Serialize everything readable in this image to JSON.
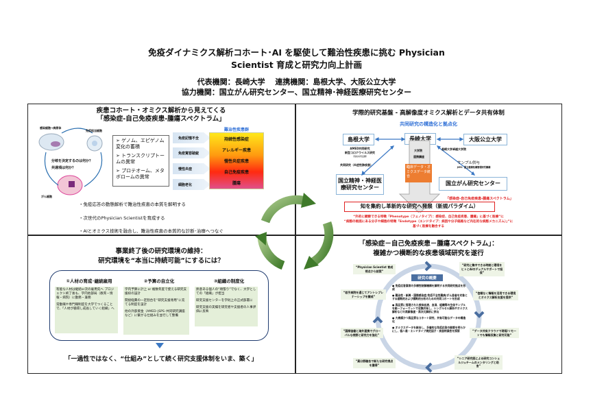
{
  "header": {
    "title_line1": "免疫ダイナミクス解析コホート･AI を駆使して難治性疾患に挑む Physician",
    "title_line2": "Scientist 育成と研究力向上計画",
    "org_line1": "代表機関：長崎大学　 連携機関：島根大学、大阪公立大学",
    "org_line2": "協力機関：国立がん研究センター、国立精神･神経医療研究センター"
  },
  "q1": {
    "title1": "疾患コホート・オミクス解析から見えてくる",
    "title2": "「感染症-自己免疫疾患-腫瘍スペクトラム」",
    "cell_labels": [
      "感染細胞→病原体",
      "免疫担当細胞",
      "がん細胞"
    ],
    "cell_questions": [
      "分岐を決定するのは何か？",
      "共通項は何か？"
    ],
    "omics": [
      "ゲノム、エピゲノム変化の蓄積",
      "トランスクリプトームの異常",
      "プロテオーム、メタボロームの異常"
    ],
    "mechanisms": [
      "免疫記憶不全",
      "免疫寛容破綻",
      "慢性炎症",
      "細胞老化"
    ],
    "disease_header": "難治性疾患群",
    "diseases": [
      "持続性感染症",
      "アレルギー疾患",
      "慢性炎症疾患",
      "自己免疫疾患",
      "腫瘍"
    ],
    "bullets": [
      "・免疫応答の動態解析で難治性疾患の本質を解明する",
      "・次世代のPhysician Scientistを育成する",
      "・AIとオミクス技術を融合し、難治性疾患の本質的な診断･治療へつなぐ"
    ]
  },
  "q2": {
    "title": "学際的研究基盤 - 高解像度オミクス解析とデータ共有体制",
    "subtitle": "共同研究の構造化と拠点化",
    "inst": {
      "shimane": "島根大学",
      "nagasaki": "長崎大学",
      "osaka": "大阪公立大学",
      "ncnp": "国立精神・神経医療研究センター",
      "ncc": "国立がん研究センター"
    },
    "notes": {
      "amed": "AMED共同研究",
      "covid": "新型コロナウイルス研究",
      "covid_sub": "（羽衣共同出願）",
      "joint": "共同研究（炎症性肺疾患）",
      "grad": "大学院",
      "course": "連携講座",
      "osaka_note": "長崎大学卓越大学院",
      "sample": "サンプル供与",
      "jies": "JIES：国立健康危機管理研究機構"
    },
    "data_box": "臨床データ・オミクスデータ統合",
    "spectrum_label": "「感染症-自己免疫疾患-腫瘍スペクトラム」",
    "paradigm": "知を集約し革新的な研究へ発展（新規パラダイム）",
    "red_lines": [
      "“外的に観察できる特徴「Phenotype（フェノタイプ）：感染症、自己免疫疾患、腫瘍」に基づく医療”に",
      "“病態の根底にある分子や細胞の特徴「Endotype（エンドタイプ：病因や分子経路など内在的な病態メカニズム）」”に",
      "基づく医療を融合する"
    ]
  },
  "q3": {
    "title1": "事業終了後の研究環境の維持：",
    "title2": "研究環境を“本当に持続可能”にするには？",
    "columns": [
      {
        "head": "①人材の育成･継続雇用",
        "items": [
          "有能な人材は継続or次の雇用先へ プロジェクト終了後も、学内他部局（教育・情報・病院）に勤務・兼務",
          "常勤職や専門職制度を大学でつくることで、「人材が循環し成長していく組織」へ"
        ]
      },
      {
        "head": "②予算の自立化",
        "items": [
          "学内予算に計上 or 複数年度で使える研究支援枠の設計",
          "間接経費の一定割合を“研究支援専用”に充てる制度を設計",
          "他の外部資金（AMED･JSPS･共同研究講座など）に繋がる仕組みを並行して整備"
        ]
      },
      {
        "head": "③組織の制度化",
        "items": [
          "熱意ある個人の“頑張り”でなく、大学としての「組織」が担当",
          "研究支援センターを学則上の正式部署に",
          "研究支援の実績を研究者や支援者の人事評価に反映"
        ]
      }
    ],
    "conclusion": "「一過性ではなく、“仕組み”として続く研究支援体制をいま、築く」"
  },
  "q4": {
    "title1": "「感染症－自己免疫疾患－腫瘍スペクトラム」：",
    "title2": "複雑かつ横断的な疾患領域研究を遂行",
    "center_label": "研究の概要",
    "center_items": [
      "免疫応答異常の多様性制御機構を解明する共同研究拠点を形成",
      "難治性・新興・国際感染症/免疫不全性難病/がん患者を対象とする縦断的および横断的分析のための共同コホートを形成",
      "高品質に管理された検体血液、血清、組織等の生体サンプルを統一フォーマットで収集共有し、シングルセル解析やオミクス解析などの高解像度・高次元解析に供与",
      "大規模かつ高品質なコホート研究、共有可能なデータの構造化",
      "オミクスデータを統合し、多層的な免疫応答の動態を明らかにし、個人差・エンドタイプ規定因子・疾患特異性を探索"
    ],
    "satellites": [
      "“Physician Scientist 育成視点から創案”",
      "“研究に集中できる時間と環境をヒトとAIのデュアルサポートで担保”",
      "“若手病院を通じてアントレプレナーシップを醸成”",
      "“信頼なく情報を活用できる環境とオミクス解析支援を提供”",
      "“国際協働と海外連携でグローバルな視野と研究力を強化”",
      "“データ共有クラウドで現場/リモートでも情報収集と研究可能”",
      "“異分野融合で新たな研究視点を獲得”",
      "“シニア研究医による研究コンシェルジュチームのメンタリングと助言”"
    ]
  },
  "colors": {
    "accent_blue": "#2e6fd6",
    "red": "#e02020",
    "green": "#7aa64a",
    "orange": "#ed7d31",
    "light_blue": "#b8c9de"
  }
}
